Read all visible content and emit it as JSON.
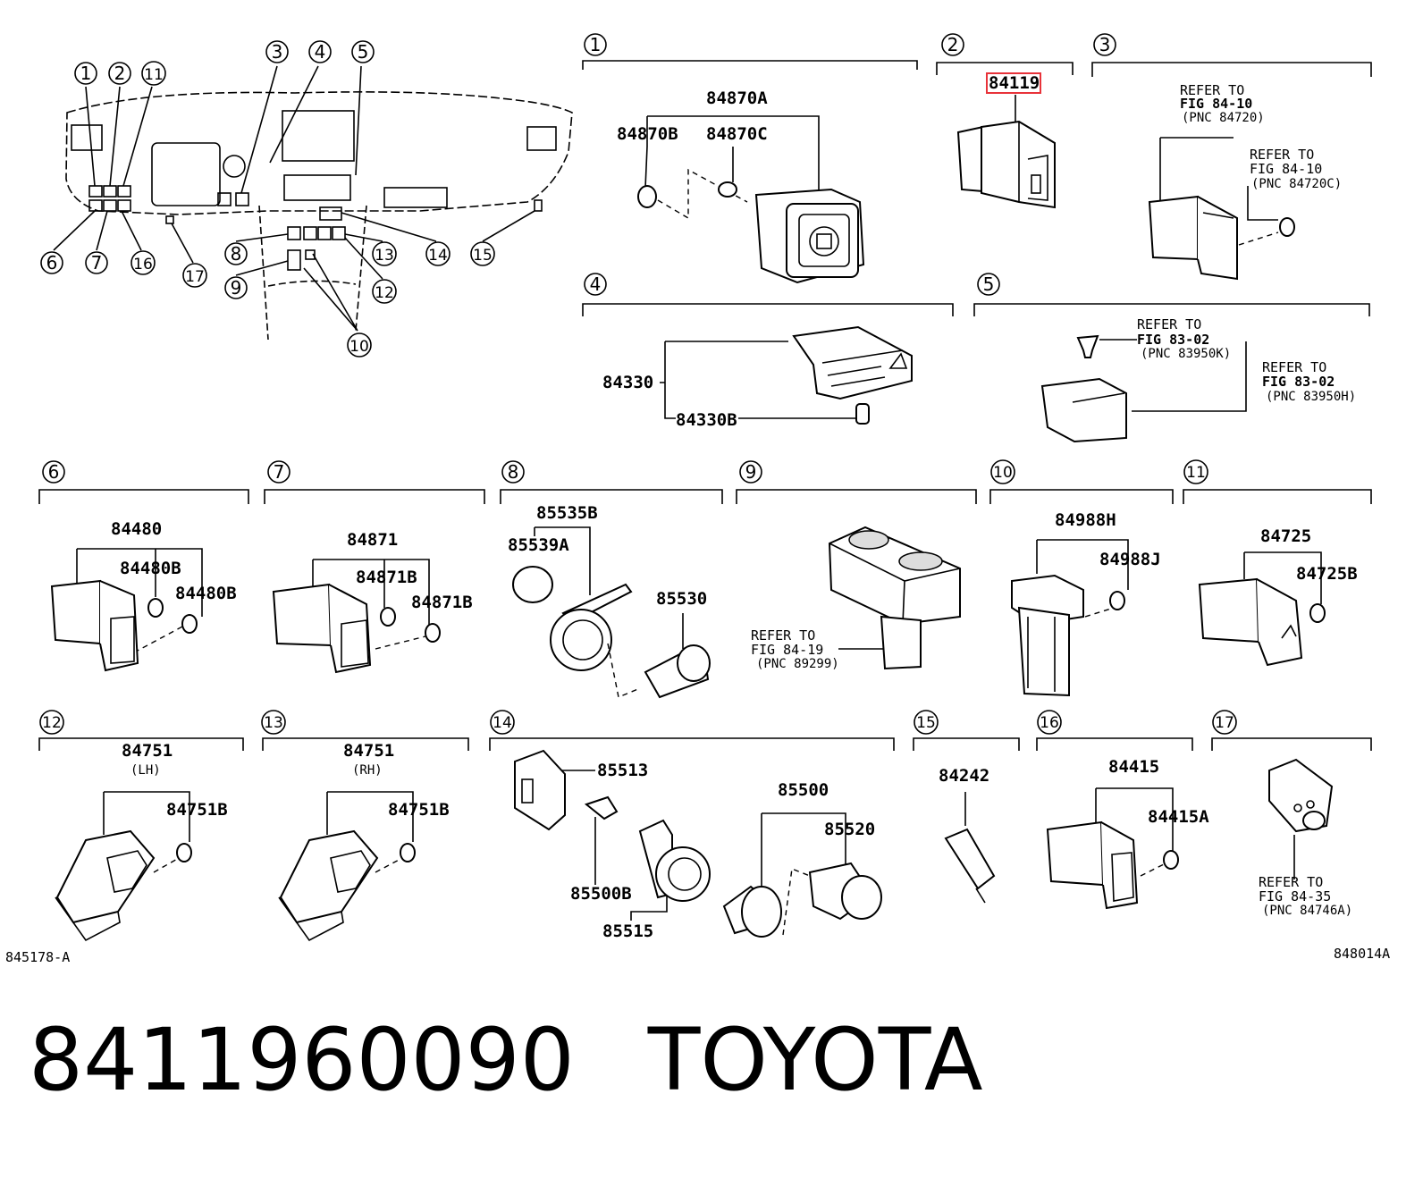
{
  "diagram": {
    "overview_callouts": [
      "1",
      "2",
      "3",
      "4",
      "5",
      "6",
      "7",
      "8",
      "9",
      "10",
      "11",
      "12",
      "13",
      "14",
      "15",
      "16",
      "17"
    ],
    "sections": [
      {
        "id": "1",
        "parts": [
          "84870A",
          "84870B",
          "84870C"
        ]
      },
      {
        "id": "2",
        "parts": [
          "84119"
        ],
        "highlighted_part": "84119"
      },
      {
        "id": "3",
        "refs": [
          {
            "line1": "REFER TO",
            "line2": "FIG 84-10",
            "line3": "(PNC 84720)"
          },
          {
            "line1": "REFER TO",
            "line2": "FIG 84-10",
            "line3": "(PNC 84720C)"
          }
        ]
      },
      {
        "id": "4",
        "parts": [
          "84330",
          "84330B"
        ]
      },
      {
        "id": "5",
        "refs": [
          {
            "line1": "REFER TO",
            "line2": "FIG 83-02",
            "line3": "(PNC 83950K)"
          },
          {
            "line1": "REFER TO",
            "line2": "FIG 83-02",
            "line3": "(PNC 83950H)"
          }
        ]
      },
      {
        "id": "6",
        "parts": [
          "84480",
          "84480B",
          "84480B"
        ]
      },
      {
        "id": "7",
        "parts": [
          "84871",
          "84871B",
          "84871B"
        ]
      },
      {
        "id": "8",
        "parts": [
          "85535B",
          "85539A",
          "85530"
        ]
      },
      {
        "id": "9",
        "refs": [
          {
            "line1": "REFER TO",
            "line2": "FIG 84-19",
            "line3": "(PNC 89299)"
          }
        ]
      },
      {
        "id": "10",
        "parts": [
          "84988H",
          "84988J"
        ]
      },
      {
        "id": "11",
        "parts": [
          "84725",
          "84725B"
        ]
      },
      {
        "id": "12",
        "parts": [
          "84751",
          "(LH)",
          "84751B"
        ]
      },
      {
        "id": "13",
        "parts": [
          "84751",
          "(RH)",
          "84751B"
        ]
      },
      {
        "id": "14",
        "parts": [
          "85513",
          "85500B",
          "85515",
          "85500",
          "85520"
        ]
      },
      {
        "id": "15",
        "parts": [
          "84242"
        ]
      },
      {
        "id": "16",
        "parts": [
          "84415",
          "84415A"
        ]
      },
      {
        "id": "17",
        "refs": [
          {
            "line1": "REFER TO",
            "line2": "FIG 84-35",
            "line3": "(PNC 84746A)"
          }
        ]
      }
    ],
    "footer_left": "845178-A",
    "footer_right": "848014A",
    "highlight_color": "#e8333a"
  },
  "caption": {
    "part_number": "8411960090",
    "brand": "TOYOTA"
  }
}
